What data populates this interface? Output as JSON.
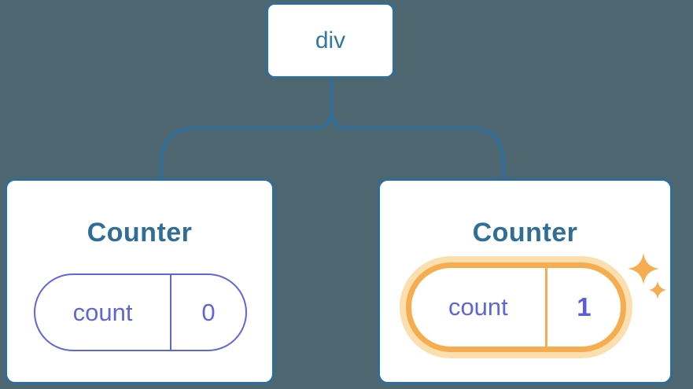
{
  "tree": {
    "root": {
      "label": "div"
    },
    "children": [
      {
        "title": "Counter",
        "state": {
          "key": "count",
          "value": "0"
        },
        "highlighted": false
      },
      {
        "title": "Counter",
        "state": {
          "key": "count",
          "value": "1"
        },
        "highlighted": true
      }
    ]
  },
  "icons": {
    "sparkle_large": "sparkle-4-point",
    "sparkle_small": "sparkle-4-point"
  },
  "colors": {
    "bg": "#4d6670",
    "card-bg": "#ffffff",
    "blue-border": "#2e6e99",
    "node-text": "#3577a3",
    "title-text": "#2f6e96",
    "purple": "#6065da",
    "purple-bold": "#5a5fd8",
    "orange": "#f6ad4f",
    "orange-glow": "#fbdfae"
  }
}
